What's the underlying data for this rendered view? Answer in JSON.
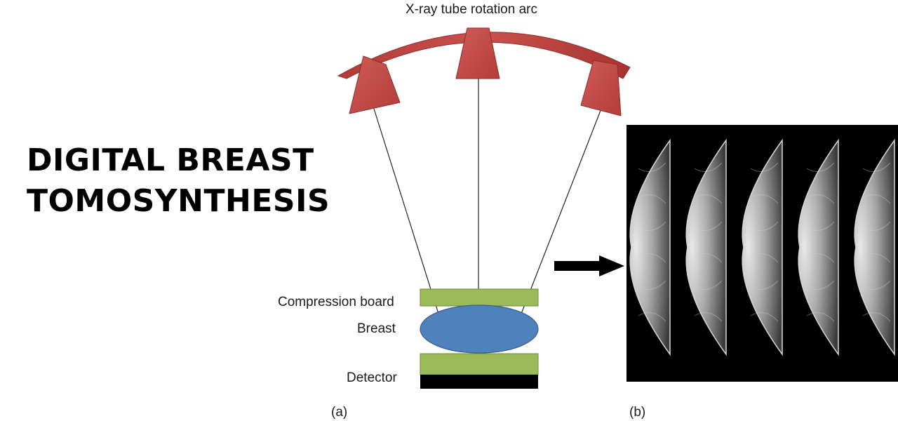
{
  "title": {
    "line1": "DIGITAL BREAST",
    "line2": "TOMOSYNTHESIS"
  },
  "labels": {
    "arc": "X-ray tube rotation arc",
    "compression": "Compression board",
    "breast": "Breast",
    "detector": "Detector",
    "panel_a": "(a)",
    "panel_b": "(b)"
  },
  "colors": {
    "tube": "#c0504d",
    "tube_dark": "#9b3431",
    "board": "#9bbb59",
    "breast": "#4f81bd",
    "detector": "#000000",
    "image_bg": "#000000"
  },
  "image_panel": {
    "slice_count": 5
  }
}
